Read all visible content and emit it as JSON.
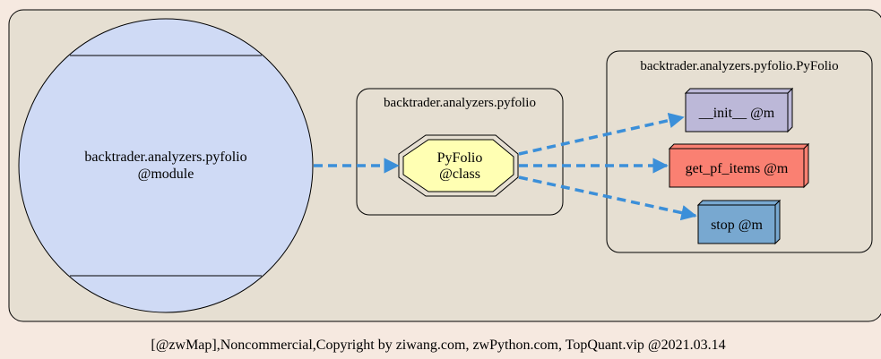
{
  "module_node": {
    "line1": "backtrader.analyzers.pyfolio",
    "line2": "@module",
    "fill": "#cfdaf5"
  },
  "cluster_pkg": {
    "label": "backtrader.analyzers.pyfolio"
  },
  "class_node": {
    "line1": "PyFolio",
    "line2": "@class",
    "fill": "#ffffb3"
  },
  "cluster_class": {
    "label": "backtrader.analyzers.pyfolio.PyFolio"
  },
  "methods": [
    {
      "label": "__init__ @m",
      "fill": "#bcb8d8"
    },
    {
      "label": "get_pf_items @m",
      "fill": "#fa8072"
    },
    {
      "label": "stop @m",
      "fill": "#78a8d0"
    }
  ],
  "colors": {
    "page_bg": "#f6e9e0",
    "outer_cluster_bg": "#e6dfd2",
    "edge": "#3b8fd9"
  },
  "footer": "[@zwMap],Noncommercial,Copyright by ziwang.com, zwPython.com, TopQuant.vip @2021.03.14"
}
